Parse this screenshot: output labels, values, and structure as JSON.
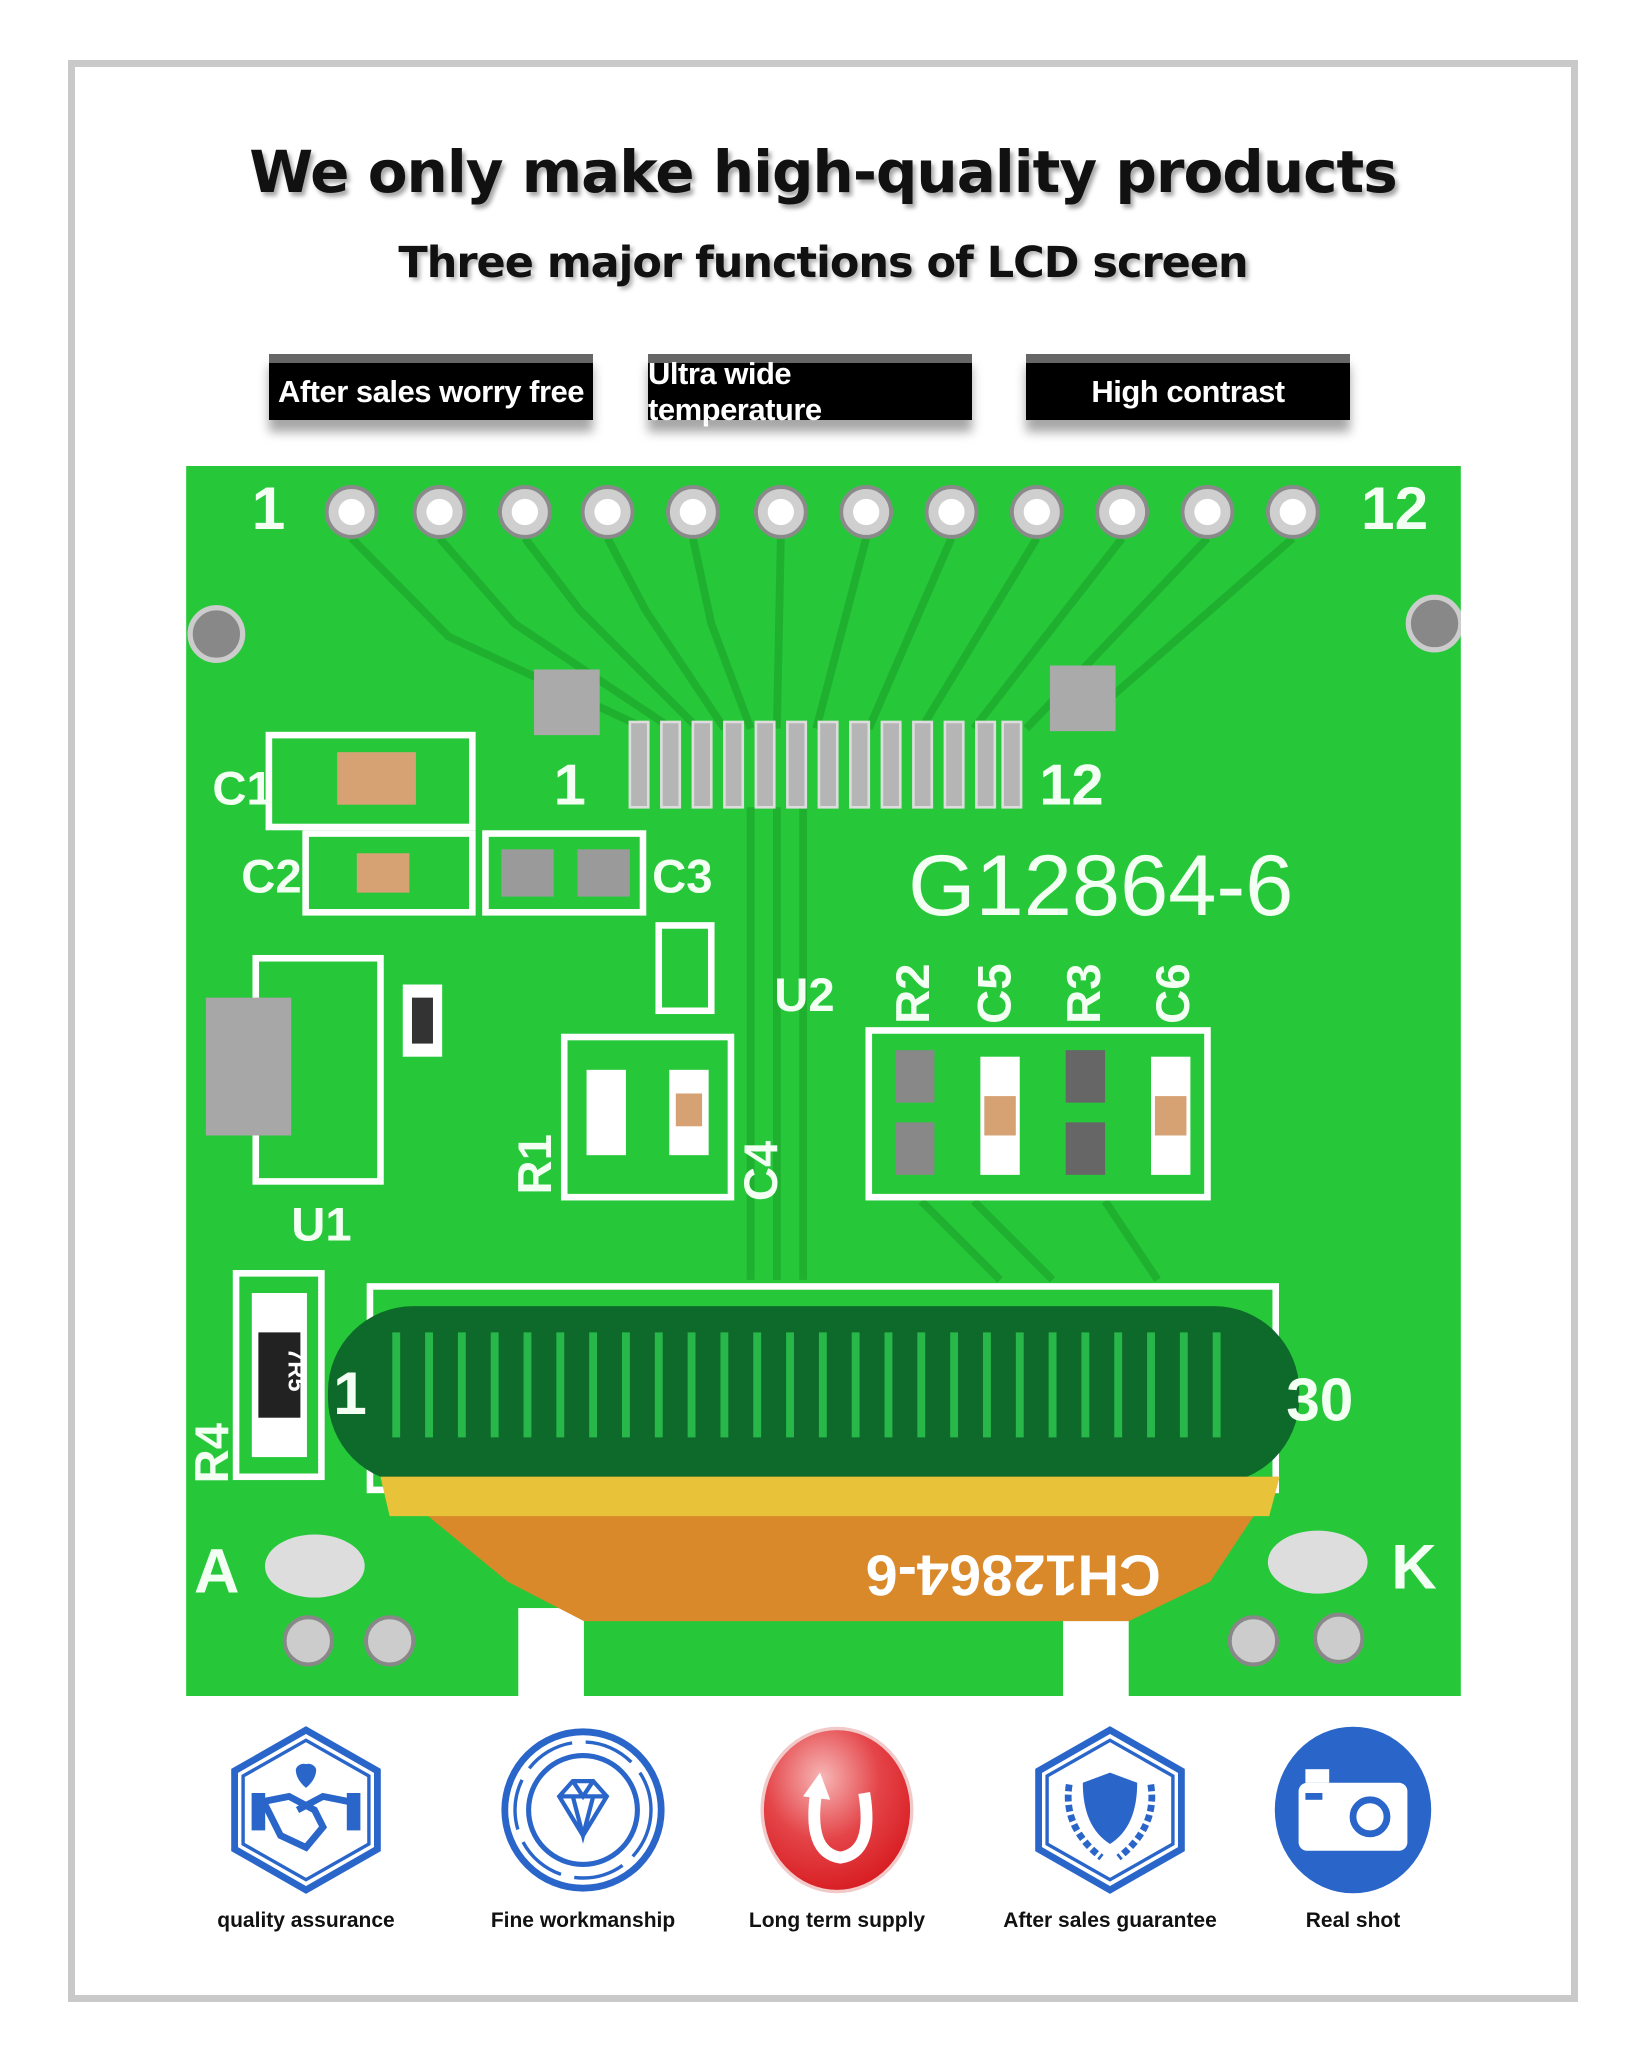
{
  "header": {
    "title": "We only make high-quality products",
    "subtitle": "Three major functions of LCD screen"
  },
  "badges": [
    {
      "label": "After sales worry free"
    },
    {
      "label": "Ultra wide temperature"
    },
    {
      "label": "High contrast"
    }
  ],
  "pcb": {
    "pin_first": "1",
    "pin_last": "12",
    "pad_first": "1",
    "pad_last": "12",
    "model": "G12864-6",
    "fpc_model": "CH12864-6",
    "c1": "C1",
    "c2": "C2",
    "c3": "C3",
    "c4": "C4",
    "u1": "U1",
    "u2": "U2",
    "r1": "R1",
    "r2": "R2",
    "r3": "R3",
    "r4": "R4",
    "c5": "C5",
    "c6": "C6",
    "resistor_code": "7R5",
    "ribbon_first": "1",
    "ribbon_last": "30",
    "anode": "A",
    "cathode": "K"
  },
  "features": [
    {
      "label": "quality assurance",
      "icon": "handshake-icon"
    },
    {
      "label": "Fine workmanship",
      "icon": "diamond-icon"
    },
    {
      "label": "Long term supply",
      "icon": "refresh-icon"
    },
    {
      "label": "After sales guarantee",
      "icon": "shield-icon"
    },
    {
      "label": "Real shot",
      "icon": "camera-icon"
    }
  ],
  "colors": {
    "pcb_green": "#22c834",
    "icon_blue": "#2a66c9",
    "supply_red": "#e0262a",
    "fpc_orange": "#d9892a"
  }
}
